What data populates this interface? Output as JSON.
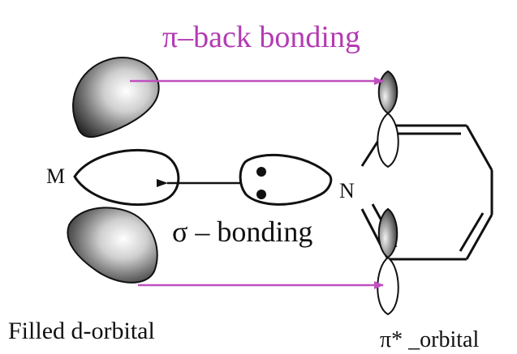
{
  "title": "π–back bonding",
  "sigma_label": "σ – bonding",
  "metal_label": "M",
  "nitrogen_label": "N",
  "d_orbital_label": "Filled d-orbital",
  "pi_star_label": "π* _orbital",
  "colors": {
    "pi_arrow": "#c04fc0",
    "title": "#b33bb3",
    "line": "#111111"
  }
}
